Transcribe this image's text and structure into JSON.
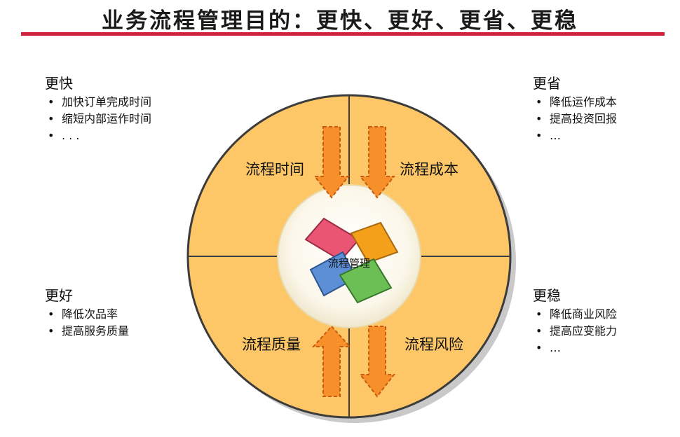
{
  "title": "业务流程管理目的：更快、更好、更省、更稳",
  "colors": {
    "accent_rule": "#d21f3c",
    "circle_fill": "#fdc767",
    "circle_border": "#3c3c3c",
    "arrow_fill": "#f78f2a",
    "arrow_stroke": "#c85a10"
  },
  "corners": {
    "top_left": {
      "title": "更快",
      "items": [
        "加快订单完成时间",
        "缩短内部运作时间",
        ". . ."
      ]
    },
    "top_right": {
      "title": "更省",
      "items": [
        "降低运作成本",
        "提高投资回报",
        "…"
      ]
    },
    "bottom_left": {
      "title": "更好",
      "items": [
        "降低次品率",
        "提高服务质量"
      ]
    },
    "bottom_right": {
      "title": "更稳",
      "items": [
        "降低商业风险",
        "提高应变能力",
        "…"
      ]
    }
  },
  "quadrants": {
    "top_left": "流程时间",
    "top_right": "流程成本",
    "bottom_left": "流程质量",
    "bottom_right": "流程风险"
  },
  "center_label": "流程管理",
  "arrows": [
    {
      "name": "time-arrow",
      "direction": "down"
    },
    {
      "name": "cost-arrow",
      "direction": "down"
    },
    {
      "name": "quality-arrow",
      "direction": "up"
    },
    {
      "name": "risk-arrow",
      "direction": "down"
    }
  ]
}
